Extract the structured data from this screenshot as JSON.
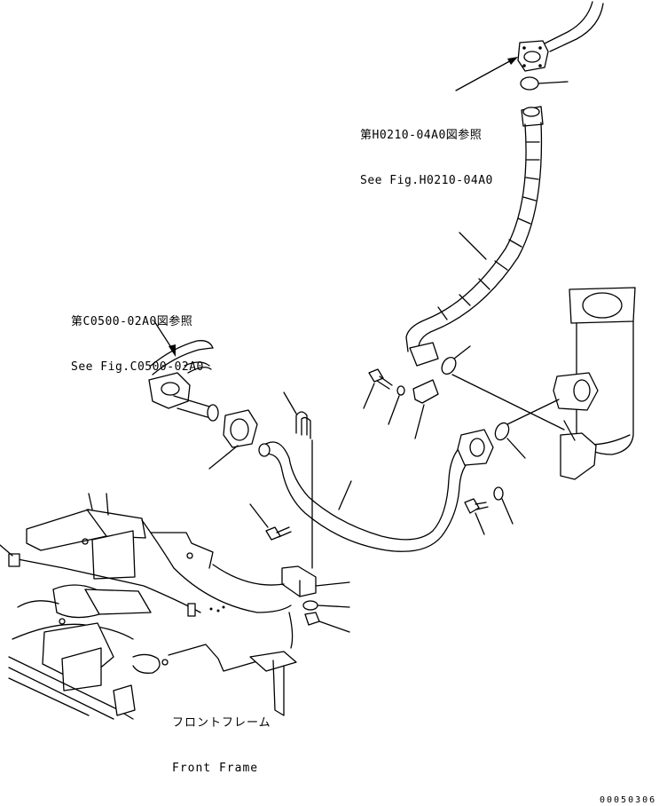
{
  "references": {
    "fig_h0210": {
      "jp": "第H0210-04A0図参照",
      "en": "See Fig.H0210-04A0"
    },
    "fig_c0500": {
      "jp": "第C0500-02A0図参照",
      "en": "See Fig.C0500-02A0"
    }
  },
  "front_frame": {
    "jp": "フロントフレーム",
    "en": "Front Frame"
  },
  "drawing_code": "00050306"
}
